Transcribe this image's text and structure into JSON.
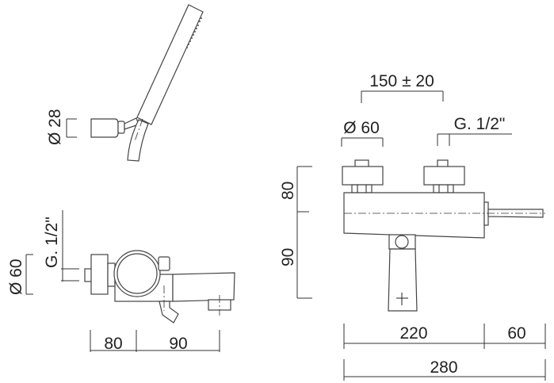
{
  "side_view": {
    "hand_shower_diameter": "Ø 28",
    "knob_diameter": "Ø 60",
    "thread": "G. 1/2\"",
    "width_1": "80",
    "width_2": "90"
  },
  "front_view": {
    "centers": "150 ± 20",
    "knob_diameter": "Ø 60",
    "thread": "G. 1/2\"",
    "height_top": "80",
    "height_bottom": "90",
    "body_width": "220",
    "lever_width": "60",
    "total_width": "280"
  }
}
